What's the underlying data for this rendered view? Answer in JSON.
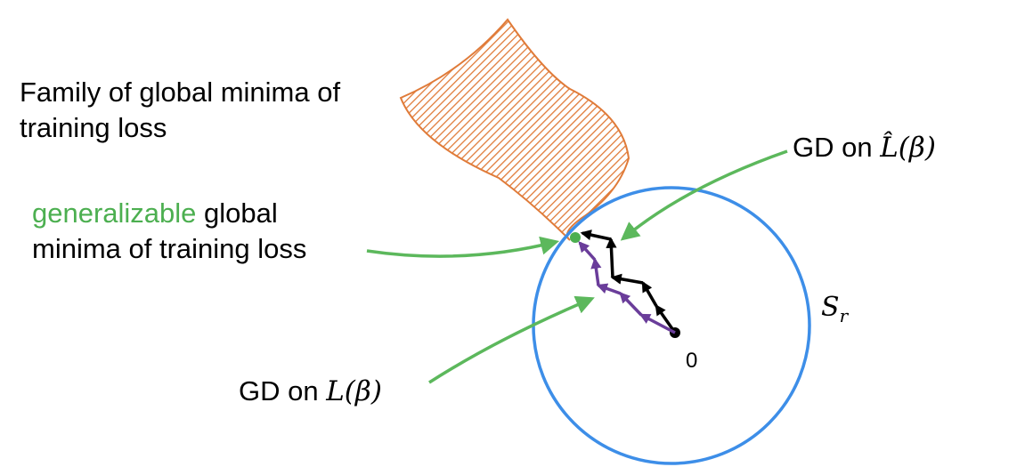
{
  "labels": {
    "family_line1": "Family of global minima of",
    "family_line2": "training loss",
    "gen_word": "generalizable",
    "gen_rest": " global",
    "gen_line2": "minima of training loss",
    "gd_hat_prefix": "GD on ",
    "gd_hat_math": "L̂(β)",
    "gd_l_prefix": "GD on ",
    "gd_l_math": "L(β)",
    "sphere": "S",
    "sphere_sub": "r",
    "origin": "0"
  },
  "colors": {
    "circle": "#3d8ee8",
    "green_arrow": "#5cb85c",
    "green_text": "#4caf50",
    "hatch": "#e07b39",
    "path_black": "#000000",
    "path_purple": "#6a3d9a"
  }
}
